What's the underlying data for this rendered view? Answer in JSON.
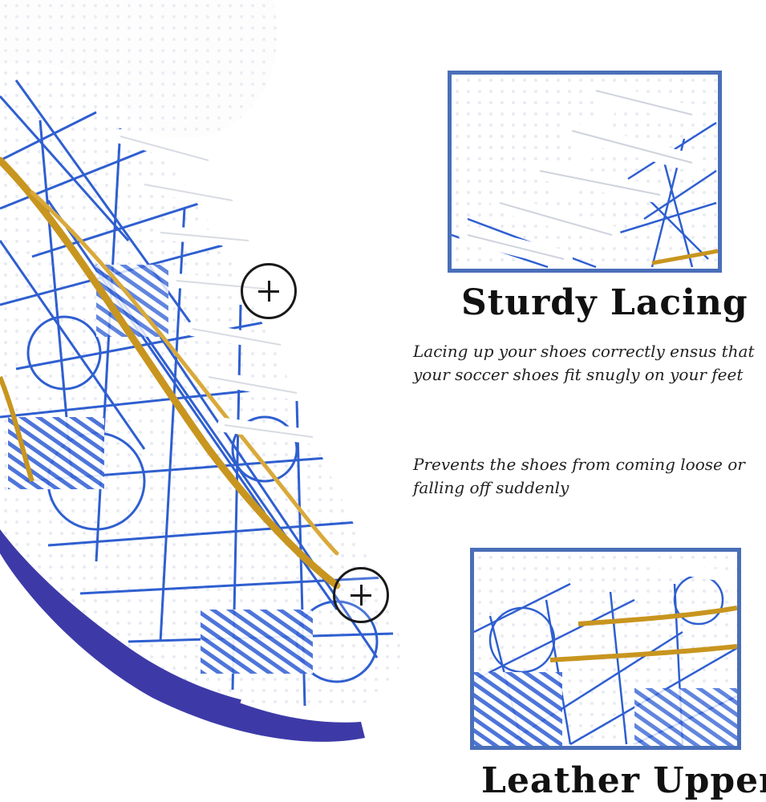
{
  "features": [
    {
      "title": "Sturdy Lacing",
      "description": "Lacing up your shoes correctly ensus that your soccer shoes fit snugly on your feet"
    },
    {
      "description": "Prevents the shoes from coming loose or falling off suddenly"
    },
    {
      "title": "Leather Upper"
    }
  ],
  "colors": {
    "accent_blue": "#4a6fb8",
    "pattern_blue": "#2f5fd0",
    "gold": "#c8951f",
    "sole_purple": "#3d3aa8"
  },
  "icons": [
    "plus-icon",
    "plus-icon"
  ]
}
